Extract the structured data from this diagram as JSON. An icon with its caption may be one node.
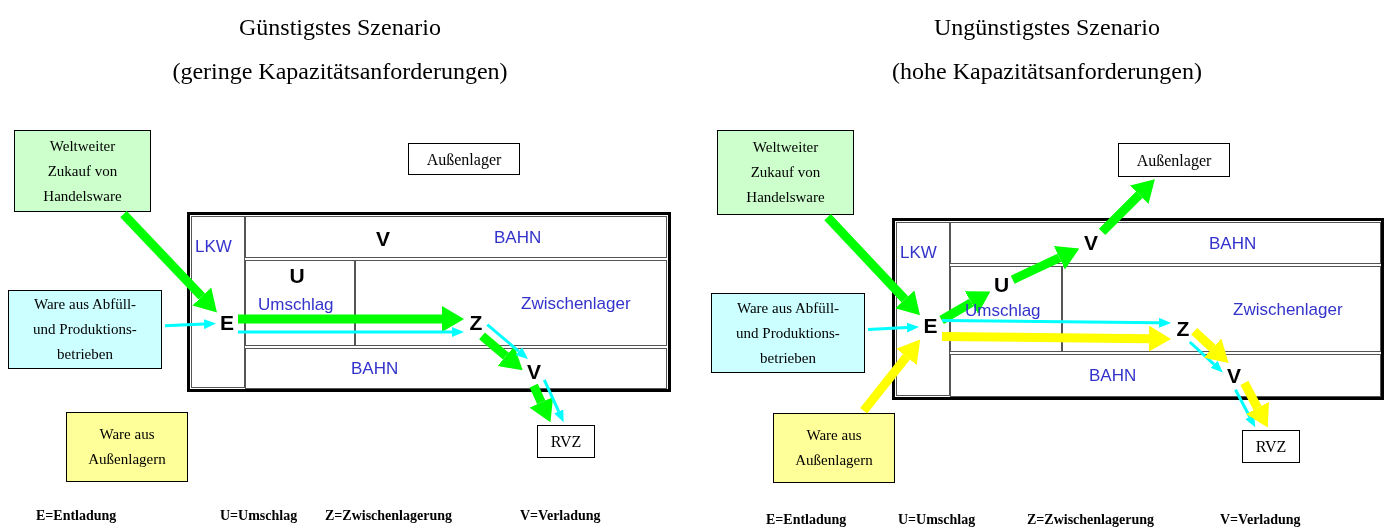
{
  "diagram": {
    "nodes": [
      {
        "text": [
          "Weltweiter Zukauf von Handelsware"
        ]
      },
      {
        "text": [
          "Außenlager"
        ]
      },
      {
        "text": [],
        "shape": "box"
      },
      {
        "text": [
          "LKW"
        ],
        "in": 2
      },
      {
        "text": [
          "BAHN"
        ],
        "in": 2
      },
      {
        "text": [
          "V"
        ],
        "in": 4
      },
      {
        "text": [
          "Umschlag"
        ],
        "in": 2
      },
      {
        "text": [
          "U"
        ],
        "in": 6
      },
      {
        "text": [
          "Zwischenlager"
        ],
        "in": 2
      },
      {
        "text": [
          "BAHN"
        ],
        "in": 2
      },
      {
        "text": [
          "Ware aus Abfüll- und Produktions- betrieben"
        ]
      },
      {
        "text": [
          "E"
        ],
        "in": 3
      },
      {
        "text": [
          "Z"
        ],
        "in": 8
      },
      {
        "text": [
          "V"
        ],
        "in": 9
      },
      {
        "text": [
          "RVZ"
        ]
      },
      {
        "text": [
          "Ware aus Außenlagern"
        ]
      },
      {
        "text": [
          "Weltweiter Zukauf von Handelsware"
        ]
      },
      {
        "text": [
          "Außenlager"
        ]
      },
      {
        "text": [],
        "shape": "box"
      },
      {
        "text": [
          "LKW"
        ],
        "in": 18
      },
      {
        "text": [
          "BAHN"
        ],
        "in": 18
      },
      {
        "text": [
          "V"
        ],
        "in": 20
      },
      {
        "text": [
          "Umschlag"
        ],
        "in": 18
      },
      {
        "text": [
          "U"
        ],
        "in": 22
      },
      {
        "text": [
          "Zwischenlager"
        ],
        "in": 18
      },
      {
        "text": [
          "BAHN"
        ],
        "in": 18
      },
      {
        "text": [
          "Ware aus Abfüll- und Produktions- betrieben"
        ]
      },
      {
        "text": [
          "E"
        ],
        "in": 19
      },
      {
        "text": [
          "Z"
        ],
        "in": 24
      },
      {
        "text": [
          "V"
        ],
        "in": 25
      },
      {
        "text": [
          "RVZ"
        ]
      },
      {
        "text": [
          "Ware aus Außenlagern"
        ]
      }
    ],
    "edges": [
      {
        "from": 0,
        "to": 11,
        "arrow": "to",
        "color": "#00ff00"
      },
      {
        "from": 10,
        "to": 11,
        "arrow": "to",
        "color": "#00ffff"
      },
      {
        "from": 11,
        "to": 12,
        "arrow": "to",
        "color": "#00ff00"
      },
      {
        "from": 11,
        "to": 12,
        "arrow": "to",
        "color": "#00ffff"
      },
      {
        "from": 12,
        "to": 13,
        "arrow": "to",
        "color": "#00ff00"
      },
      {
        "from": 12,
        "to": 13,
        "arrow": "to",
        "color": "#00ffff"
      },
      {
        "from": 13,
        "to": 14,
        "arrow": "to",
        "color": "#00ff00"
      },
      {
        "from": 13,
        "to": 14,
        "arrow": "to",
        "color": "#00ffff"
      },
      {
        "from": 16,
        "to": 27,
        "arrow": "to",
        "color": "#00ff00"
      },
      {
        "from": 27,
        "to": 23,
        "arrow": "to",
        "color": "#00ff00"
      },
      {
        "from": 23,
        "to": 21,
        "arrow": "to",
        "color": "#00ff00"
      },
      {
        "from": 21,
        "to": 17,
        "arrow": "to",
        "color": "#00ff00"
      },
      {
        "from": 26,
        "to": 27,
        "arrow": "to",
        "color": "#00ffff"
      },
      {
        "from": 31,
        "to": 27,
        "arrow": "to",
        "color": "#ffff00"
      },
      {
        "from": 27,
        "to": 28,
        "arrow": "to",
        "color": "#00ffff"
      },
      {
        "from": 27,
        "to": 28,
        "arrow": "to",
        "color": "#ffff00"
      },
      {
        "from": 28,
        "to": 29,
        "arrow": "to",
        "color": "#00ffff"
      },
      {
        "from": 28,
        "to": 29,
        "arrow": "to",
        "color": "#ffff00"
      },
      {
        "from": 29,
        "to": 30,
        "arrow": "to",
        "color": "#00ffff"
      },
      {
        "from": 29,
        "to": 30,
        "arrow": "to",
        "color": "#ffff00"
      }
    ],
    "labels": [
      "Günstigstes Szenario",
      "(geringe Kapazitätsanforderungen)",
      "Ungünstigstes Szenario",
      "(hohe Kapazitätsanforderungen)",
      "E=Entladung",
      "U=Umschlag",
      "Z=Zwischenlagerung",
      "V=Verladung",
      "E=Entladung",
      "U=Umschlag",
      "Z=Zwischenlagerung",
      "V=Verladung"
    ]
  }
}
